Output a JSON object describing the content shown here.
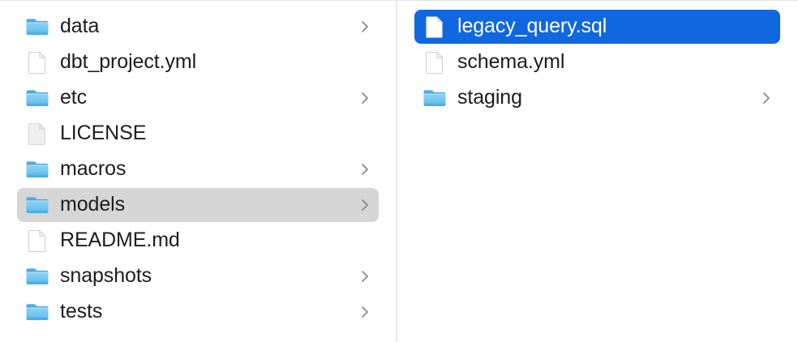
{
  "window": {
    "view_mode": "column",
    "accent_color": "#1068e0",
    "selection_gray": "#d6d6d6",
    "text_color": "#1d1d1f",
    "divider_color": "#dcdcdc"
  },
  "columns": [
    {
      "name": "parent-column",
      "items": [
        {
          "label": "data",
          "kind": "folder",
          "icon": "folder-icon",
          "has_chevron": true,
          "selected": false,
          "selection": "none"
        },
        {
          "label": "dbt_project.yml",
          "kind": "file",
          "icon": "document-icon",
          "has_chevron": false,
          "selected": false,
          "selection": "none"
        },
        {
          "label": "etc",
          "kind": "folder",
          "icon": "folder-icon",
          "has_chevron": true,
          "selected": false,
          "selection": "none"
        },
        {
          "label": "LICENSE",
          "kind": "file-plain",
          "icon": "document-icon",
          "has_chevron": false,
          "selected": false,
          "selection": "none"
        },
        {
          "label": "macros",
          "kind": "folder",
          "icon": "folder-icon",
          "has_chevron": true,
          "selected": false,
          "selection": "none"
        },
        {
          "label": "models",
          "kind": "folder",
          "icon": "folder-icon",
          "has_chevron": true,
          "selected": true,
          "selection": "gray"
        },
        {
          "label": "README.md",
          "kind": "file",
          "icon": "document-icon",
          "has_chevron": false,
          "selected": false,
          "selection": "none"
        },
        {
          "label": "snapshots",
          "kind": "folder",
          "icon": "folder-icon",
          "has_chevron": true,
          "selected": false,
          "selection": "none"
        },
        {
          "label": "tests",
          "kind": "folder",
          "icon": "folder-icon",
          "has_chevron": true,
          "selected": false,
          "selection": "none"
        }
      ]
    },
    {
      "name": "child-column",
      "items": [
        {
          "label": "legacy_query.sql",
          "kind": "file",
          "icon": "document-icon",
          "has_chevron": false,
          "selected": true,
          "selection": "blue"
        },
        {
          "label": "schema.yml",
          "kind": "file",
          "icon": "document-icon",
          "has_chevron": false,
          "selected": false,
          "selection": "none"
        },
        {
          "label": "staging",
          "kind": "folder",
          "icon": "folder-icon",
          "has_chevron": true,
          "selected": false,
          "selection": "none"
        }
      ]
    }
  ]
}
